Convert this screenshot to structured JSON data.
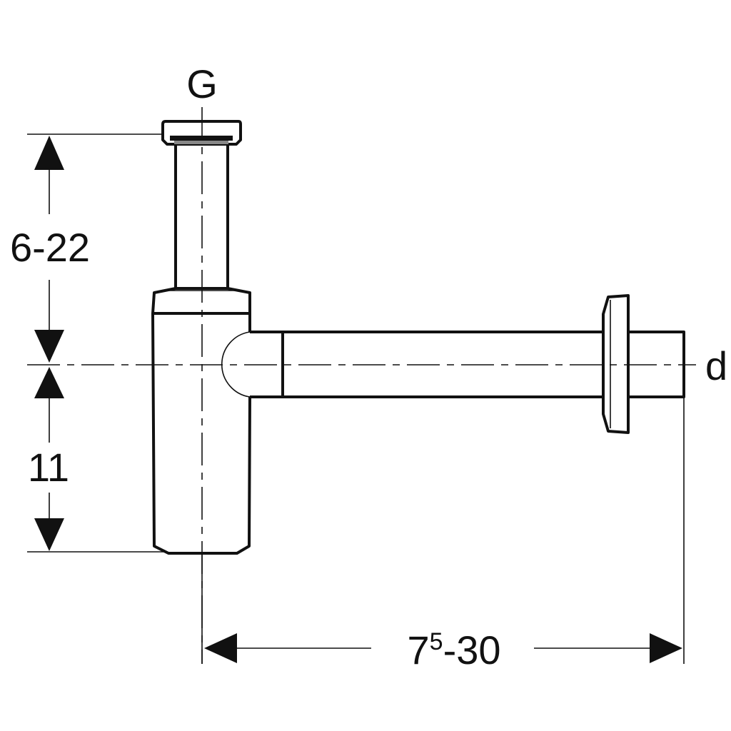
{
  "drawing": {
    "title": "Bottle trap dimension drawing",
    "labels": {
      "inlet": "G",
      "outlet": "d",
      "height_adjust": "6-22",
      "trap_depth": "11",
      "projection_base": "7",
      "projection_sup": "5",
      "projection_rest": "-30"
    }
  }
}
